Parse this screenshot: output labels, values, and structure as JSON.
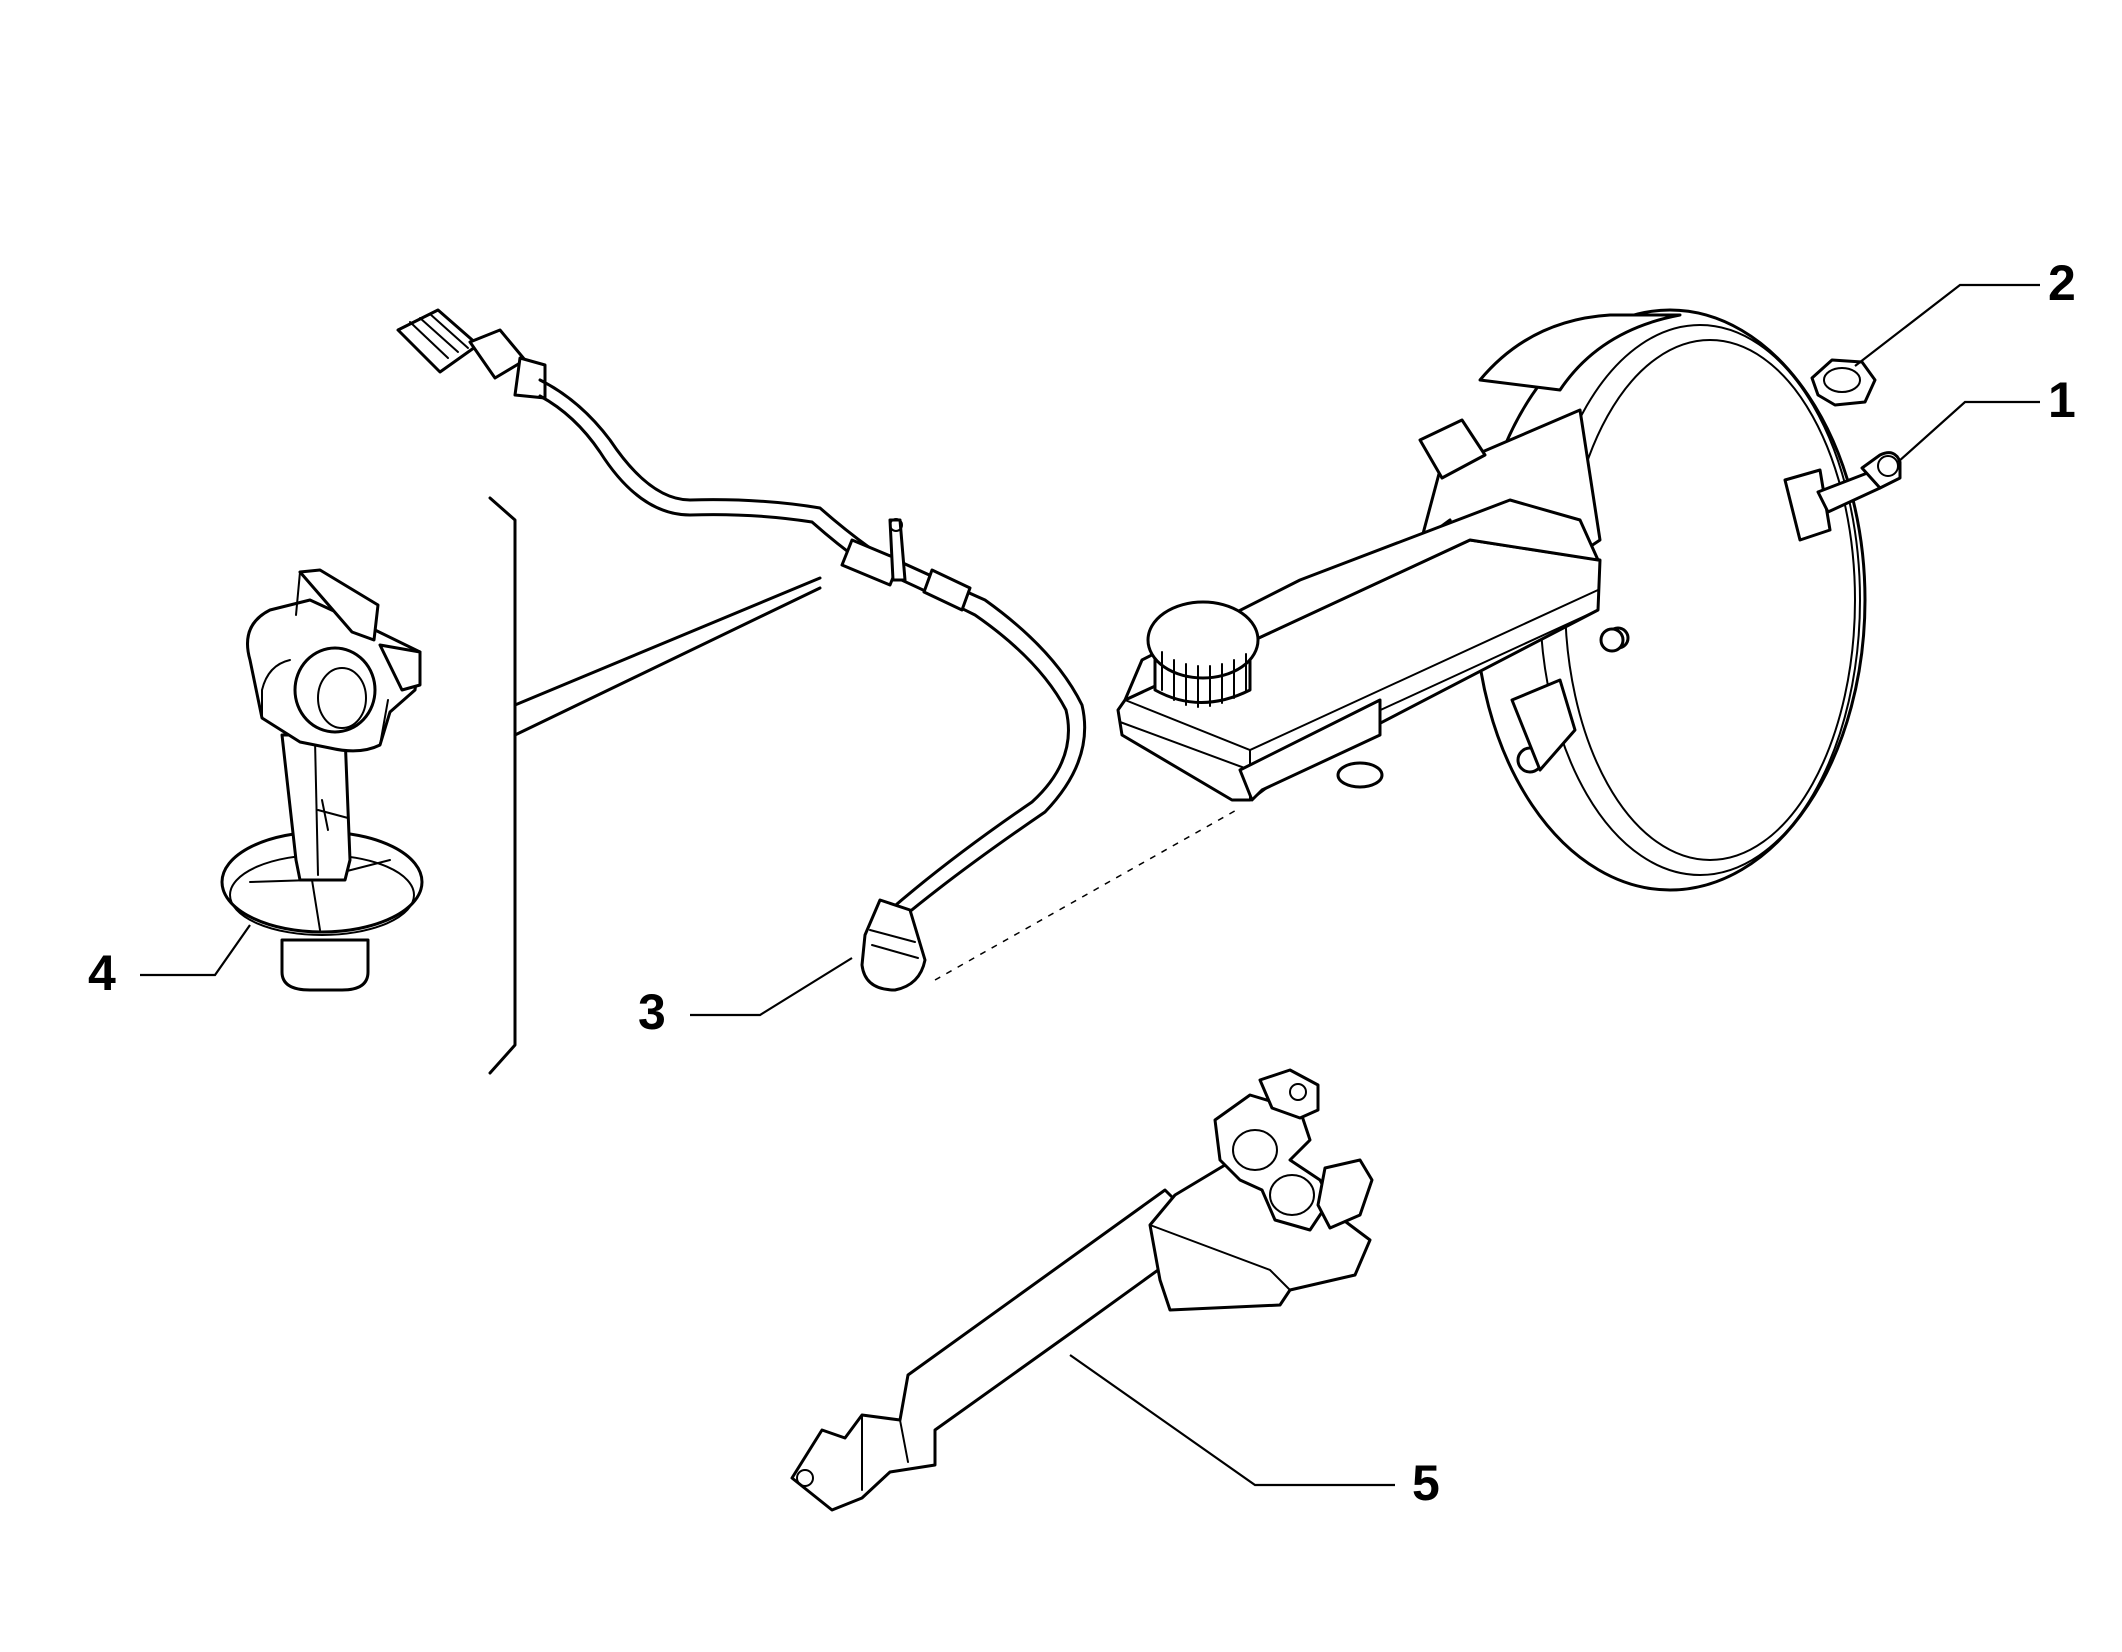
{
  "diagram": {
    "callouts": [
      {
        "id": "1",
        "label": "1"
      },
      {
        "id": "2",
        "label": "2"
      },
      {
        "id": "3",
        "label": "3"
      },
      {
        "id": "4",
        "label": "4"
      },
      {
        "id": "5",
        "label": "5"
      }
    ]
  },
  "colors": {
    "line": "#000000",
    "background": "#ffffff"
  }
}
